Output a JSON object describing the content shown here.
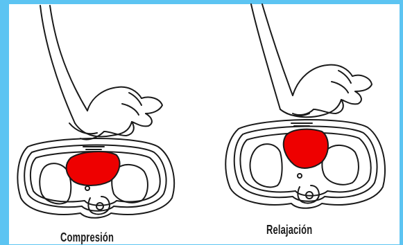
{
  "figure": {
    "panels": [
      {
        "caption": "Compresión",
        "phase": "compression"
      },
      {
        "caption": "Relajación",
        "phase": "relaxation"
      }
    ],
    "colors": {
      "border": "#5cc4f2",
      "background": "#ffffff",
      "heart": "#ee0000",
      "outline": "#1a1a1a"
    },
    "icons": [
      "arm-icon",
      "hand-icon",
      "heart-icon",
      "thorax-cross-section-icon",
      "spine-icon"
    ]
  }
}
